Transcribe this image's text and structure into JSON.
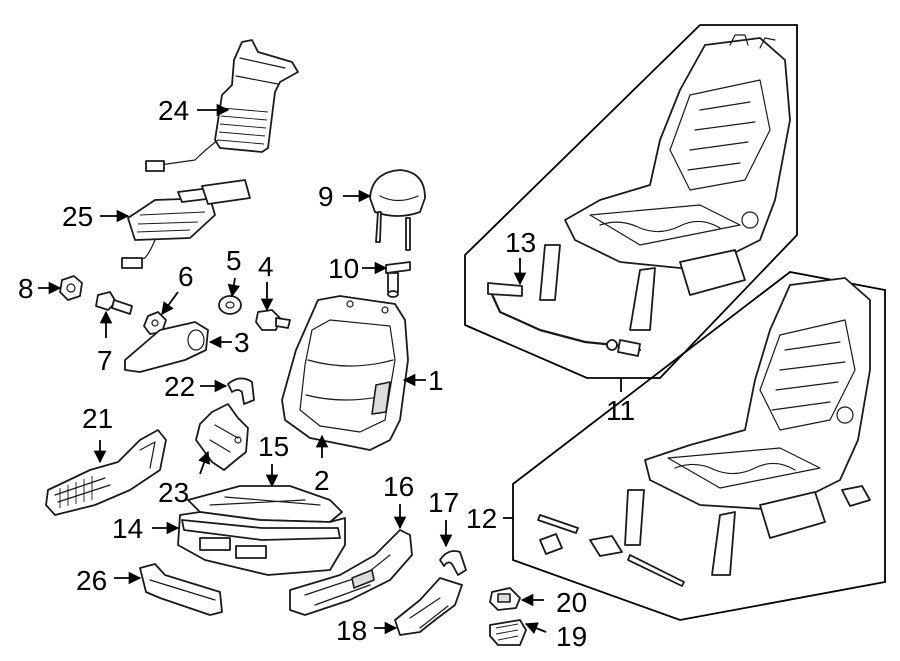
{
  "callouts": {
    "p1": "1",
    "p2": "2",
    "p3": "3",
    "p4": "4",
    "p5": "5",
    "p6": "6",
    "p7": "7",
    "p8": "8",
    "p9": "9",
    "p10": "10",
    "p11": "11",
    "p12": "12",
    "p13": "13",
    "p14": "14",
    "p15": "15",
    "p16": "16",
    "p17": "17",
    "p18": "18",
    "p19": "19",
    "p20": "20",
    "p21": "21",
    "p22": "22",
    "p23": "23",
    "p24": "24",
    "p25": "25",
    "p26": "26"
  },
  "colors": {
    "line": "#1a1a1a",
    "background": "#ffffff",
    "shade": "#dcdcdc"
  }
}
